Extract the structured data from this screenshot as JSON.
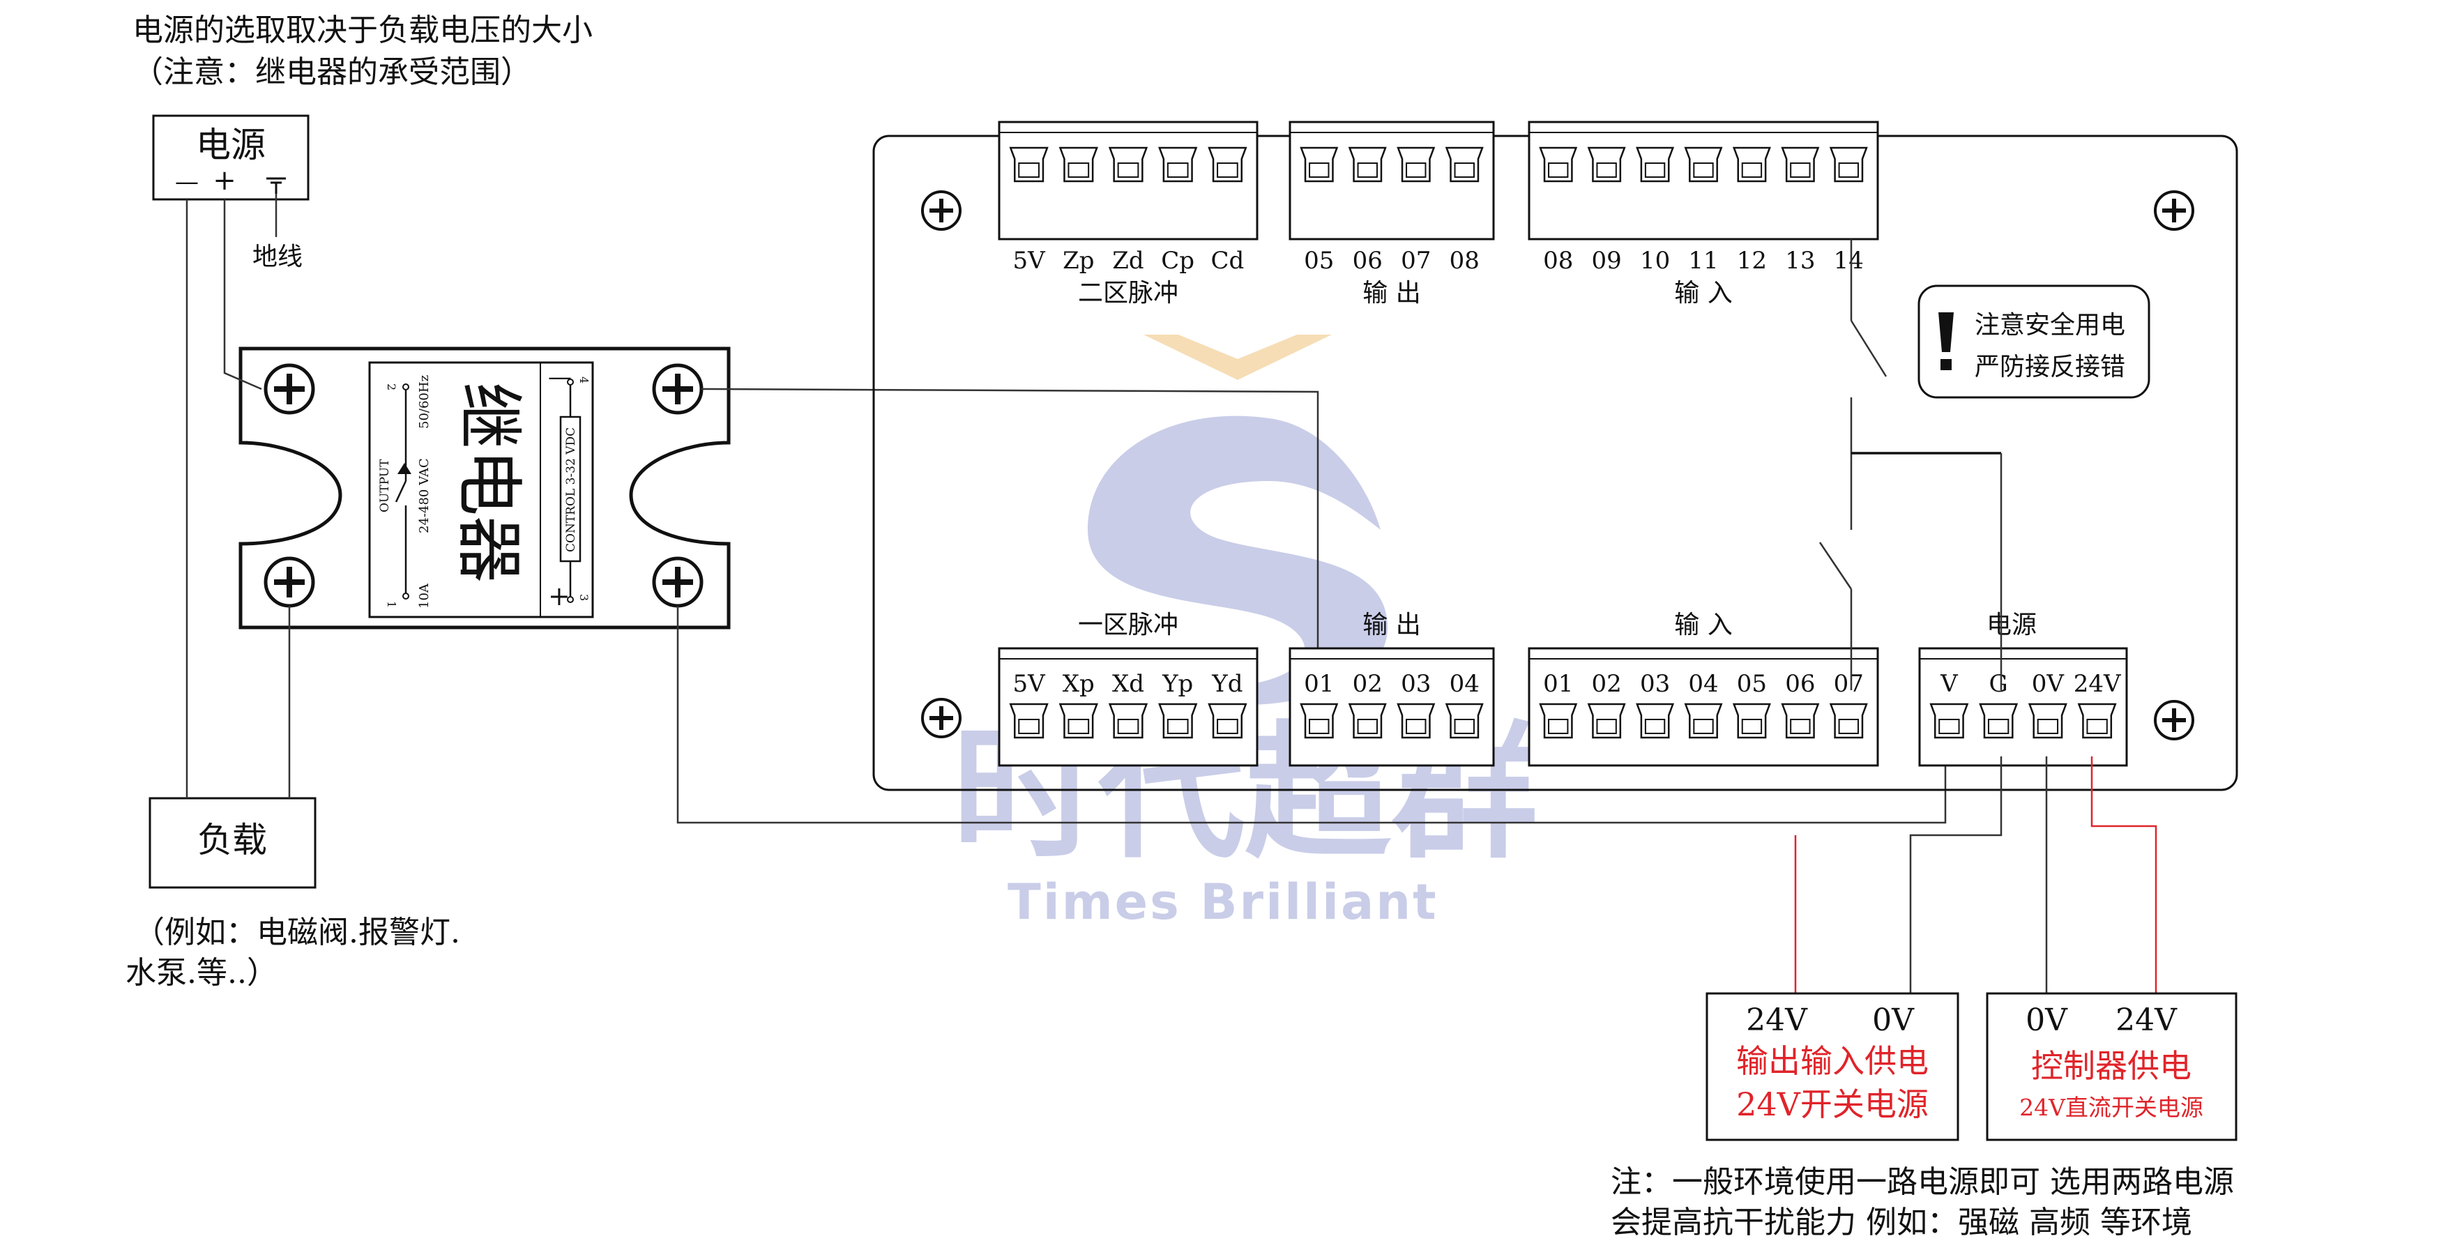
{
  "header": {
    "line1": "电源的选取取决于负载电压的大小",
    "line2": "（注意：继电器的承受范围）"
  },
  "power_source": {
    "title": "电源",
    "minus": "—",
    "plus": "+",
    "ground_label": "地线"
  },
  "relay": {
    "name": "继电器",
    "output_label": "OUTPUT",
    "voltage": "24-480 VAC",
    "freq": "50/60Hz",
    "current": "10A",
    "control": "CONTROL 3-32 VDC",
    "pin1": "1",
    "pin2": "2",
    "pin3": "3",
    "pin4": "4",
    "plus": "+",
    "minus": "—"
  },
  "load": {
    "title": "负载",
    "example_line1": "（例如：电磁阀.报警灯.",
    "example_line2": "水泵.等..）"
  },
  "controller": {
    "top_blocks": [
      {
        "pins": [
          "5V",
          "Zp",
          "Zd",
          "Cp",
          "Cd"
        ],
        "label": "二区脉冲"
      },
      {
        "pins": [
          "05",
          "06",
          "07",
          "08"
        ],
        "label": "输  出"
      },
      {
        "pins": [
          "08",
          "09",
          "10",
          "11",
          "12",
          "13",
          "14"
        ],
        "label": "输  入"
      }
    ],
    "bottom_blocks": [
      {
        "pins": [
          "5V",
          "Xp",
          "Xd",
          "Yp",
          "Yd"
        ],
        "label": "一区脉冲"
      },
      {
        "pins": [
          "01",
          "02",
          "03",
          "04"
        ],
        "label": "输  出"
      },
      {
        "pins": [
          "01",
          "02",
          "03",
          "04",
          "05",
          "06",
          "07"
        ],
        "label": "输  入"
      },
      {
        "pins": [
          "V",
          "G",
          "0V",
          "24V"
        ],
        "label": "电源"
      }
    ],
    "warning_icon": "exclamation-icon",
    "warning_line1": "注意安全用电",
    "warning_line2": "严防接反接错"
  },
  "watermark": {
    "cn": "时代超群",
    "en": "Times Brilliant"
  },
  "psu_io": {
    "term1": "24V",
    "term2": "0V",
    "line1": "输出输入供电",
    "line2": "24V开关电源"
  },
  "psu_ctrl": {
    "term1": "0V",
    "term2": "24V",
    "line1": "控制器供电",
    "line2": "24V直流开关电源"
  },
  "footnote": {
    "line1": "注：一般环境使用一路电源即可 选用两路电源",
    "line2": "会提高抗干扰能力  例如：强磁  高频 等环境"
  },
  "colors": {
    "red": "#e0242a",
    "watermark_blue": "#c9cde8",
    "watermark_orange": "#f6ddb5",
    "line": "#333333"
  }
}
